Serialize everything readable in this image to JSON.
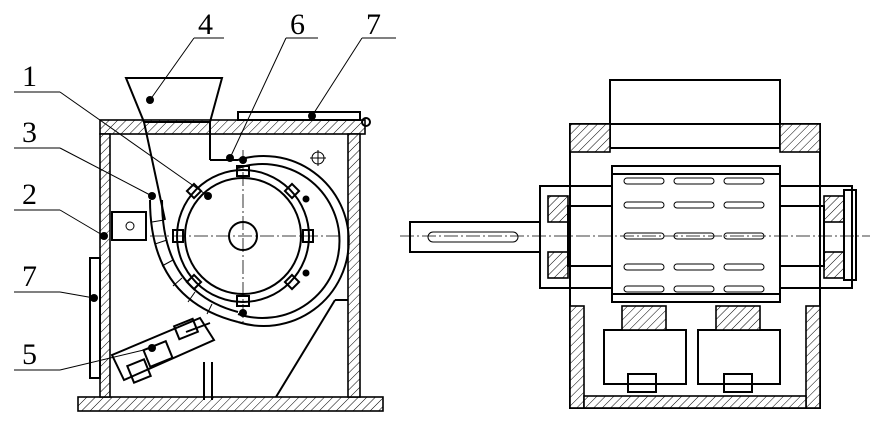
{
  "labels": {
    "l1": "1",
    "l2": "2",
    "l3": "3",
    "l4": "4",
    "l5": "5",
    "l6": "6",
    "l7a": "7",
    "l7b": "7"
  },
  "colors": {
    "ink": "#000000",
    "paper": "#ffffff"
  }
}
